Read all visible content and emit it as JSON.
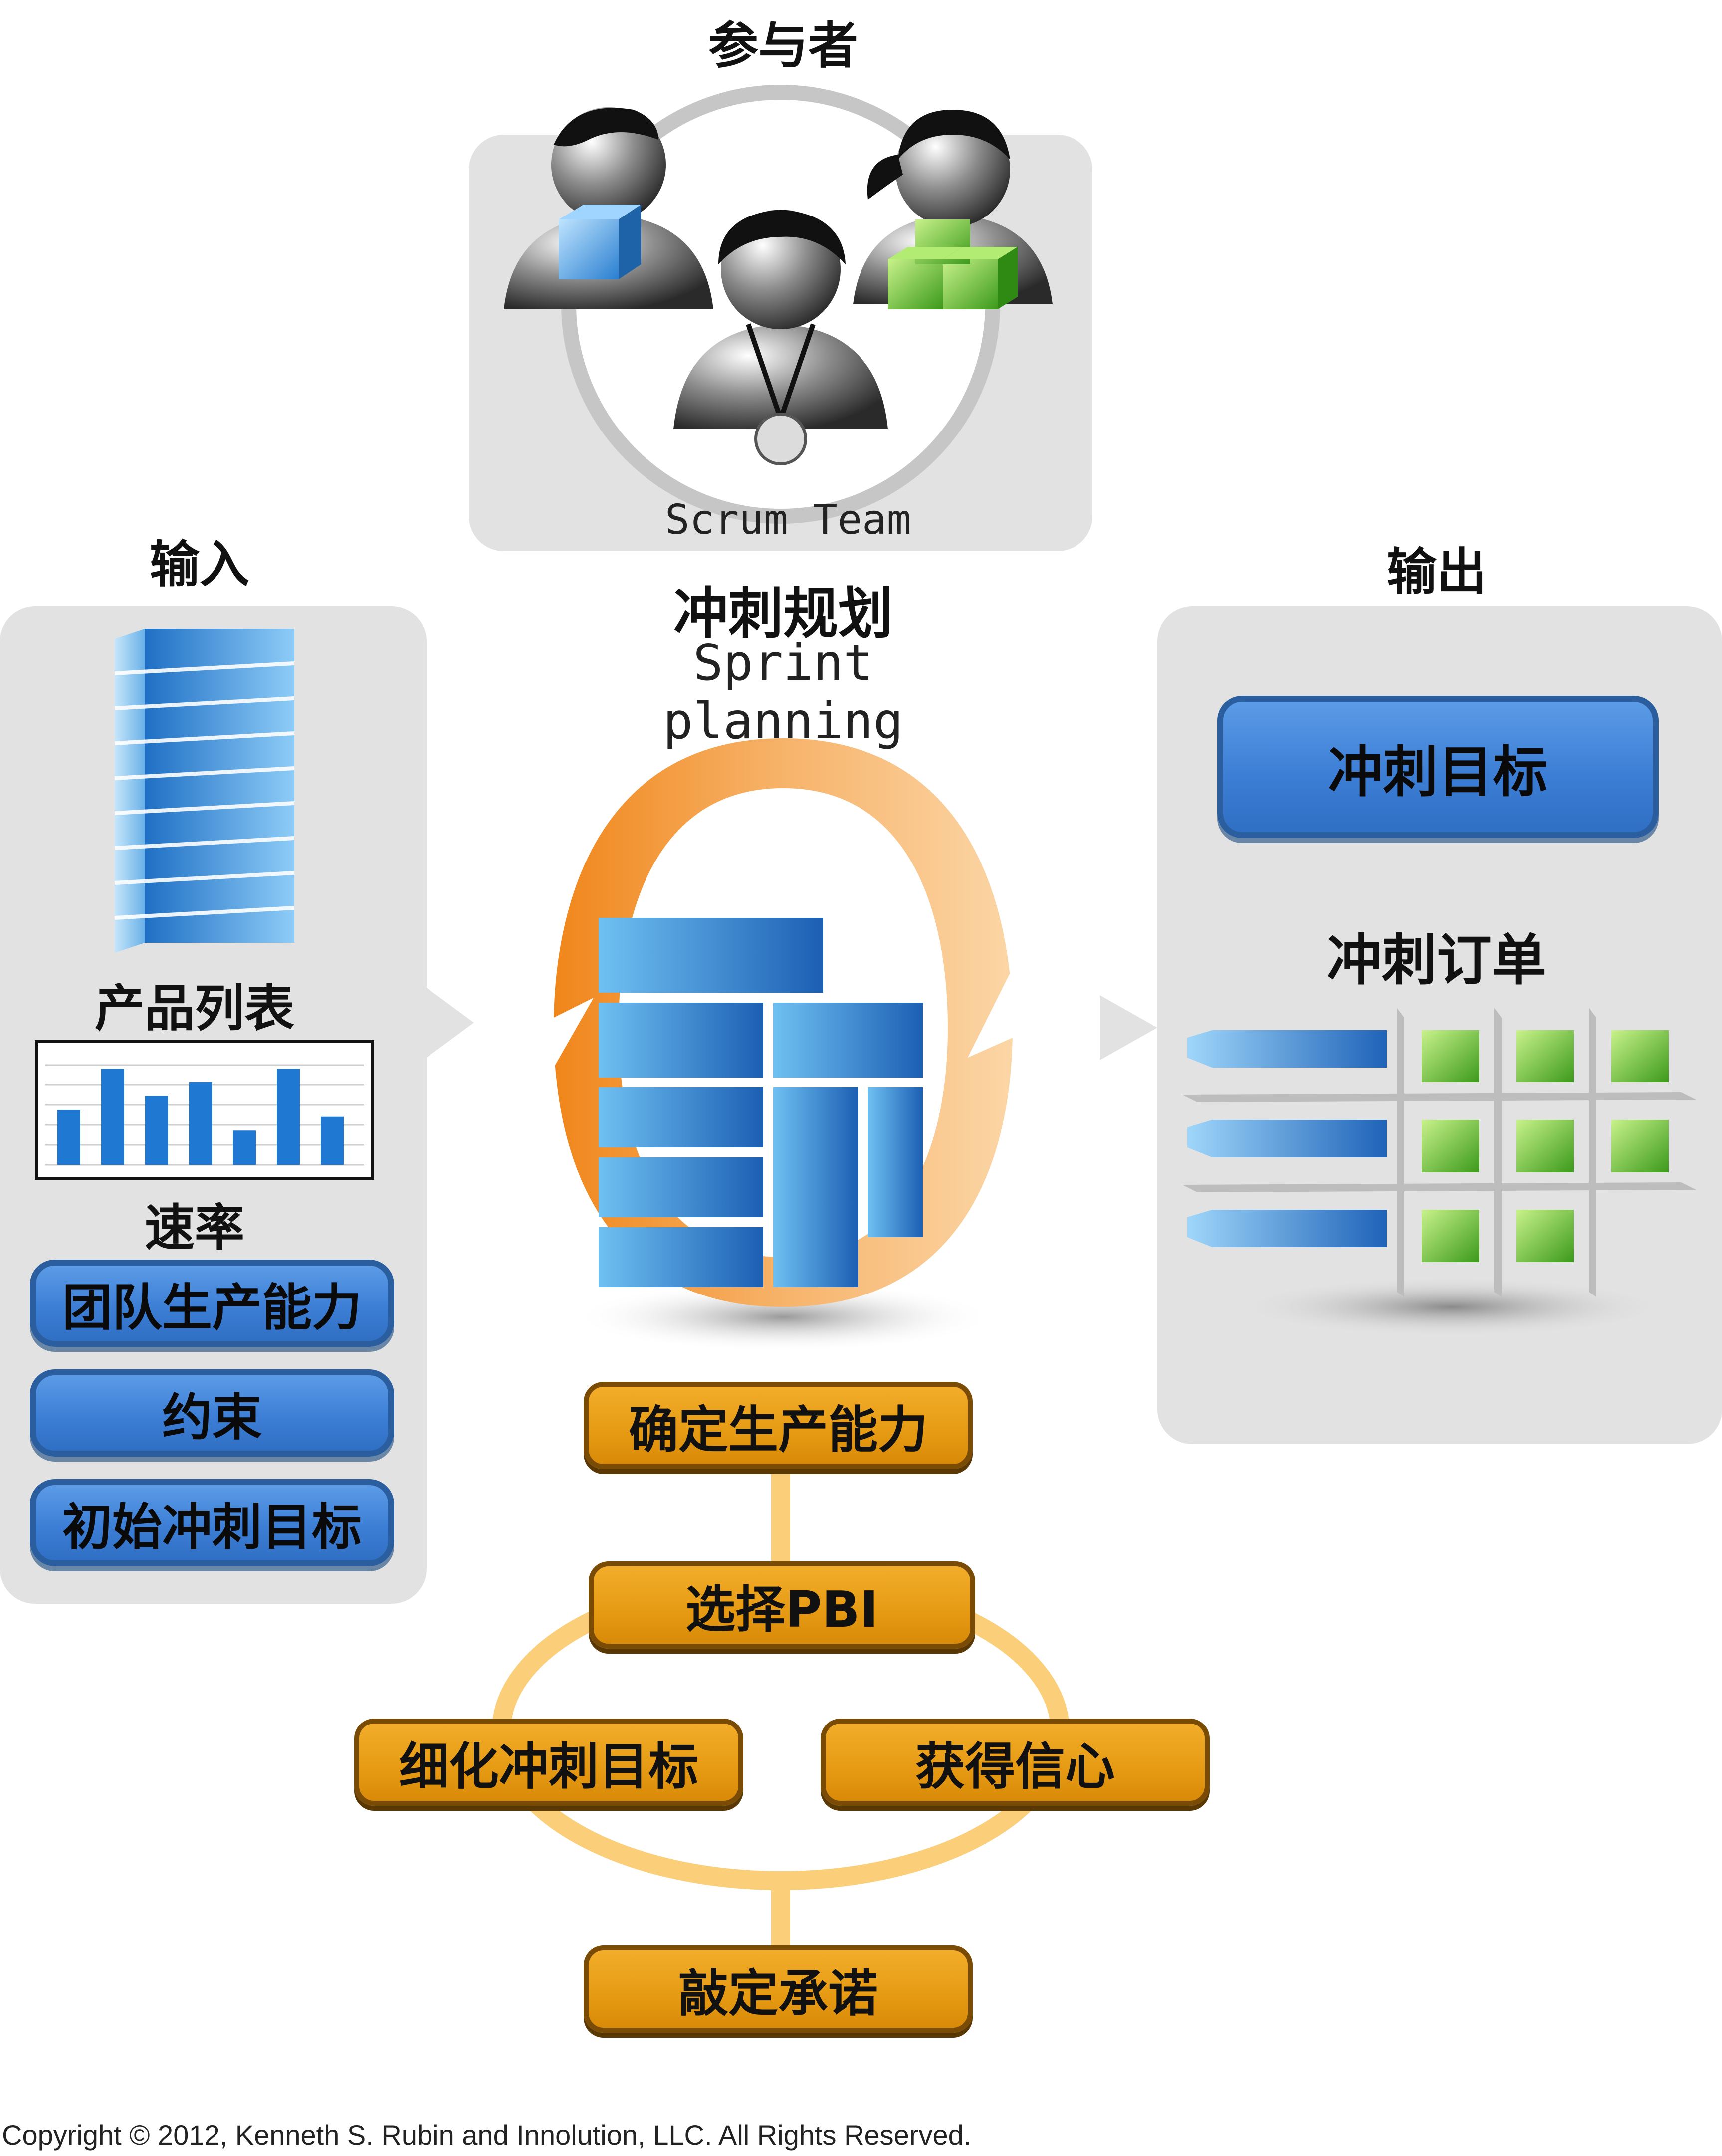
{
  "participants": {
    "heading": "参与者",
    "team_label": "Scrum Team"
  },
  "input": {
    "heading": "输入",
    "product_backlog_label": "产品列表",
    "velocity_label": "速率",
    "velocity_chart": {
      "values": [
        4,
        7,
        5,
        6,
        2.5,
        7,
        3.5
      ]
    },
    "buttons": [
      "团队生产能力",
      "约束",
      "初始冲刺目标"
    ]
  },
  "center": {
    "heading": "冲刺规划",
    "subheading": "Sprint planning",
    "steps": {
      "capacity": "确定生产能力",
      "select_pbi": "选择PBI",
      "refine_goal": "细化冲刺目标",
      "confidence": "获得信心",
      "commit": "敲定承诺"
    }
  },
  "output": {
    "heading": "输出",
    "sprint_goal": "冲刺目标",
    "sprint_backlog_label": "冲刺订单"
  },
  "copyright": "Copyright © 2012, Kenneth S. Rubin and Innolution, LLC. All Rights Reserved.",
  "colors": {
    "panel": "#e2e2e2",
    "blue_button": "#3d7fd6",
    "orange_button": "#e69a13",
    "connector": "#fbcf7a",
    "cycle": "#f0921f",
    "cube_green": "#6cc437"
  }
}
